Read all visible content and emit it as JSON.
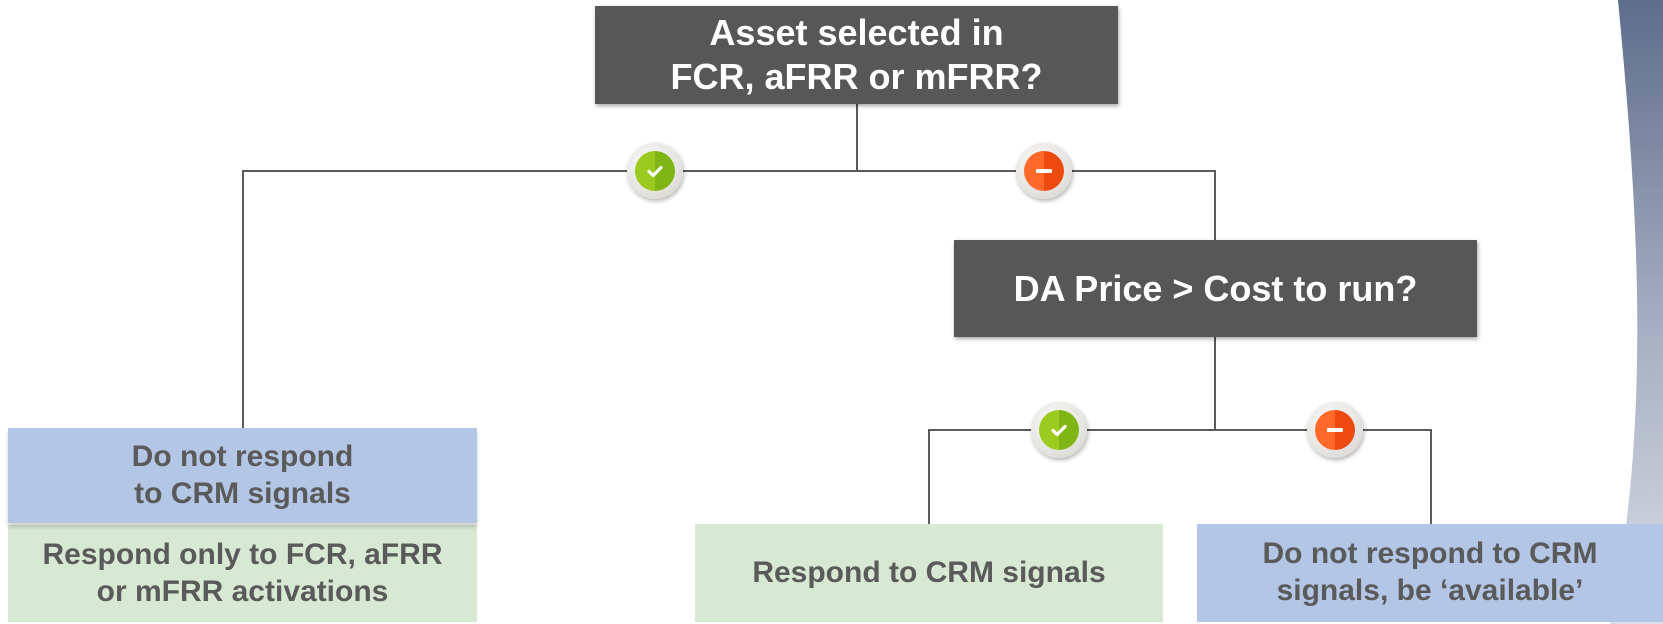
{
  "question_top": "Asset selected in\nFCR, aFRR or mFRR?",
  "question_price": "DA Price > Cost to run?",
  "outcome_not_selected_no": "Do not respond\nto CRM signals",
  "outcome_selected_activations": "Respond only to FCR, aFRR\nor mFRR activations",
  "outcome_respond": "Respond to CRM signals",
  "outcome_available": "Do not respond to CRM\nsignals, be ‘available’",
  "badge_yes_icon": "check-icon",
  "badge_no_icon": "minus-icon",
  "colors": {
    "question_bg": "#575757",
    "blue_box": "#b4c6e5",
    "green_box": "#d8e9d3",
    "yes_badge": "#8cc11a",
    "no_badge": "#f55a1c",
    "connector": "#5a5a5a"
  }
}
